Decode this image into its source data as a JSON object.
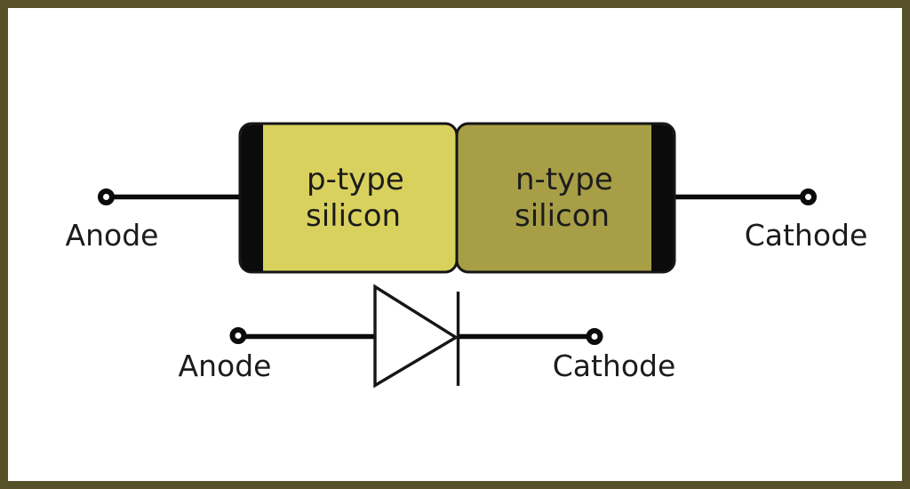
{
  "diagram": {
    "description": "PN junction diode structure and circuit symbol"
  },
  "colors": {
    "frame": "#57512a",
    "background": "#ffffff",
    "p_region": "#d9d15d",
    "n_region": "#a79e46",
    "contact_band": "#0b0b0b",
    "wire": "#0b0b0b",
    "outline": "#161616",
    "text": "#1c1c1c"
  },
  "structure": {
    "p_region": {
      "line1": "p-type",
      "line2": "silicon"
    },
    "n_region": {
      "line1": "n-type",
      "line2": "silicon"
    },
    "anode_label": "Anode",
    "cathode_label": "Cathode"
  },
  "symbol": {
    "anode_label": "Anode",
    "cathode_label": "Cathode"
  }
}
